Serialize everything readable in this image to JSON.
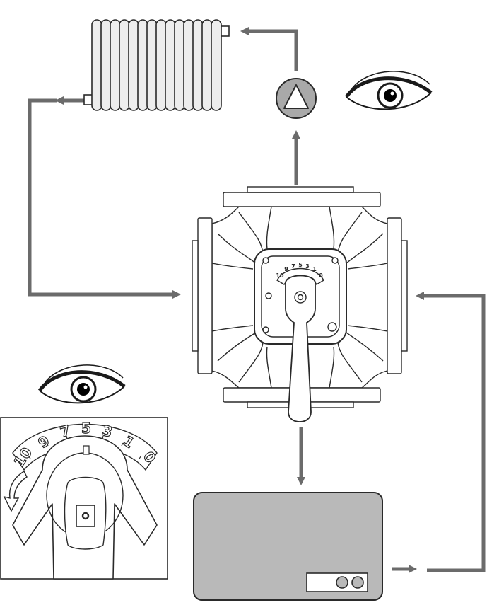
{
  "colors": {
    "pipe": "#6b6b6b",
    "outline": "#2a2a2a",
    "radiator_fill": "#ededed",
    "boiler_fill": "#b9b9b9",
    "iris": "#ffffff",
    "pupil": "#000000"
  },
  "icons": {
    "radiator": "radiator-icon",
    "pump": "pump-icon",
    "eye": "eye-icon",
    "valve": "four-way-valve-icon",
    "boiler": "boiler-icon",
    "rotate_arrow": "rotate-arrow-icon"
  },
  "valve": {
    "handle_scale": [
      "0",
      "1",
      "3",
      "5",
      "7",
      "9",
      "10"
    ]
  },
  "inset": {
    "dial_scale": [
      "10",
      "9",
      "7",
      "5",
      "3",
      "1",
      "0"
    ]
  }
}
